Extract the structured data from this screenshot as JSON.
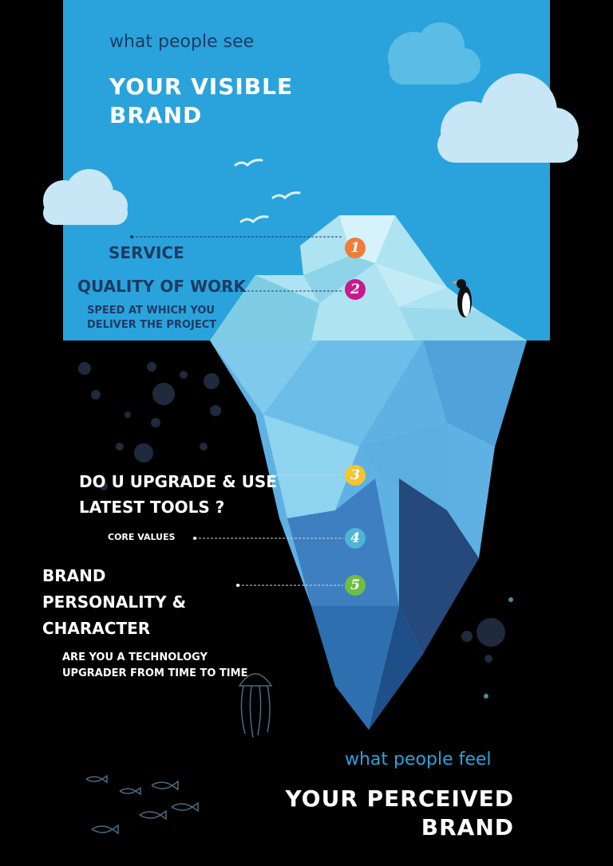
{
  "top": {
    "subtitle": "what people see",
    "title_line1": "YOUR VISIBLE",
    "title_line2": "BRAND"
  },
  "bottom": {
    "subtitle": "what people feel",
    "title_line1": "YOUR PERCEIVED",
    "title_line2": "BRAND"
  },
  "items": [
    {
      "num": "1",
      "label": "SERVICE",
      "color": "#ef7d3a"
    },
    {
      "num": "2",
      "label": "QUALITY OF WORK",
      "sub_line1": "SPEED AT WHICH YOU",
      "sub_line2": "DELIVER THE PROJECT",
      "color": "#c8198e"
    },
    {
      "num": "3",
      "label_line1": "DO U UPGRADE & USE",
      "label_line2": "LATEST TOOLS ?",
      "color": "#f4c431"
    },
    {
      "num": "4",
      "label": "CORE VALUES",
      "color": "#4fb3d6"
    },
    {
      "num": "5",
      "label_line1": "BRAND",
      "label_line2": "PERSONALITY &",
      "label_line3": "CHARACTER",
      "sub_line1": "ARE  YOU A TECHNOLOGY",
      "sub_line2": "UPGRADER FROM TIME TO TIME",
      "color": "#6fbe44"
    }
  ],
  "colors": {
    "sky": "#2aa3dc",
    "dark_text": "#1d3b63",
    "bottom_subtitle": "#2aa3dc"
  }
}
